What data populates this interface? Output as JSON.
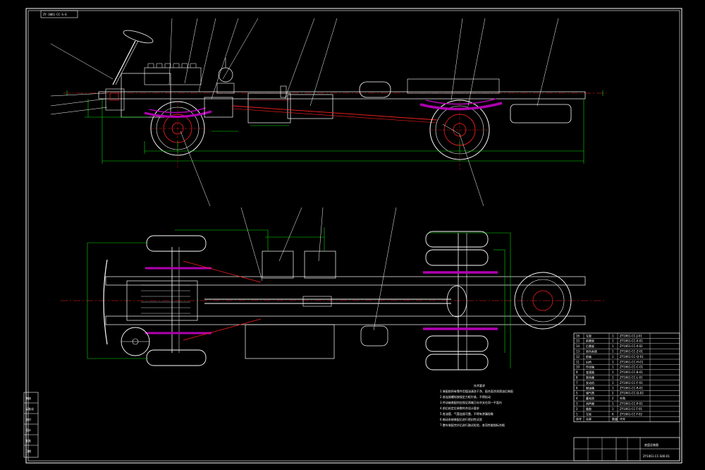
{
  "drawing": {
    "corner_tag": "ZY-1061-CC-S-6",
    "title_block_name": "底盘总装图",
    "drawing_code": "ZY1061-CC-S00-01"
  },
  "tech_req": {
    "title": "技术要求",
    "lines": [
      "1.装配前所有零件用煤油清洗干净，配合面涂润滑油后装配",
      "2.各连接螺栓按规定力矩拧紧，不得松动",
      "3.传动轴装配时应保证两端万向节叉在同一平面内",
      "4.前后轮定位参数符合设计要求",
      "5.各油管、气管连接可靠，不得有渗漏现象",
      "6.制动系统装配后进行密封性试验",
      "7.整车装配完毕后进行路试检验，各项性能指标合格"
    ]
  },
  "bom": {
    "rows": [
      {
        "no": "16",
        "name": "车架",
        "qty": "1",
        "code": "ZY1061-CC-J-01"
      },
      {
        "no": "15",
        "name": "前悬架",
        "qty": "1",
        "code": "ZY1061-CC-X-01"
      },
      {
        "no": "14",
        "name": "后悬架",
        "qty": "1",
        "code": "ZY1061-CC-X-02"
      },
      {
        "no": "13",
        "name": "转向系统",
        "qty": "1",
        "code": "ZY1061-CC-Z-01"
      },
      {
        "no": "12",
        "name": "前轴",
        "qty": "1",
        "code": "ZY1061-CC-Q-01"
      },
      {
        "no": "11",
        "name": "后桥",
        "qty": "1",
        "code": "ZY1061-CC-H-01"
      },
      {
        "no": "10",
        "name": "传动轴",
        "qty": "1",
        "code": "ZY1061-CC-C-01"
      },
      {
        "no": "9",
        "name": "变速器",
        "qty": "1",
        "code": "ZY1061-CC-B-01"
      },
      {
        "no": "8",
        "name": "离合器",
        "qty": "1",
        "code": "ZY1061-CC-L-01"
      },
      {
        "no": "7",
        "name": "发动机",
        "qty": "1",
        "code": "ZY1061-CC-F-01"
      },
      {
        "no": "6",
        "name": "燃油箱",
        "qty": "1",
        "code": "ZY1061-CC-R-01"
      },
      {
        "no": "5",
        "name": "储气筒",
        "qty": "2",
        "code": "ZY1061-CC-Q-02"
      },
      {
        "no": "4",
        "name": "蓄电池",
        "qty": "2",
        "code": "外购"
      },
      {
        "no": "3",
        "name": "消声器",
        "qty": "1",
        "code": "ZY1061-CC-P-01"
      },
      {
        "no": "2",
        "name": "备胎",
        "qty": "1",
        "code": "ZY1061-CC-T-01"
      },
      {
        "no": "1",
        "name": "车轮",
        "qty": "6",
        "code": "ZY1061-CC-T-02"
      }
    ],
    "header": {
      "no": "序号",
      "name": "名称",
      "qty": "数量",
      "code": "代号"
    }
  },
  "left_strip": [
    "审核",
    "标准化",
    "校对",
    "设计",
    "批准",
    "日期"
  ],
  "colors": {
    "frame": "#ffffff",
    "dimension": "#00e000",
    "leader": "#ffffff",
    "wheel": "#ffffff",
    "chassis_red": "#ff2020",
    "suspension": "#b000b0",
    "center_line": "#ff2020"
  }
}
